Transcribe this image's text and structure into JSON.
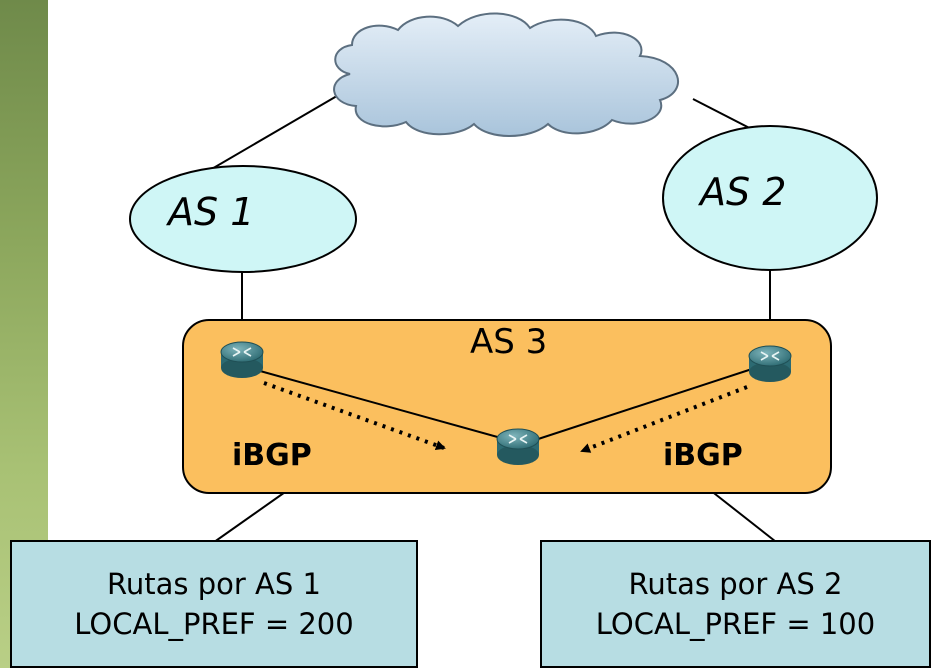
{
  "as_nodes": {
    "as1": "AS 1",
    "as2": "AS 2",
    "as3": "AS 3"
  },
  "sessions": {
    "left": "iBGP",
    "right": "iBGP"
  },
  "notes": {
    "left": {
      "line1": "Rutas por AS 1",
      "line2": "LOCAL_PREF = 200"
    },
    "right": {
      "line1": "Rutas por AS 2",
      "line2": "LOCAL_PREF = 100"
    }
  },
  "colors": {
    "sidebar": "#8ba65c",
    "as_ellipse_fill": "#cff6f6",
    "as3_fill": "#fbbf5e",
    "note_fill": "#b7dde3",
    "cloud_fill": "#c8dceb",
    "router": "#3d7f87"
  },
  "icons": [
    "cloud-icon",
    "router-icon"
  ]
}
